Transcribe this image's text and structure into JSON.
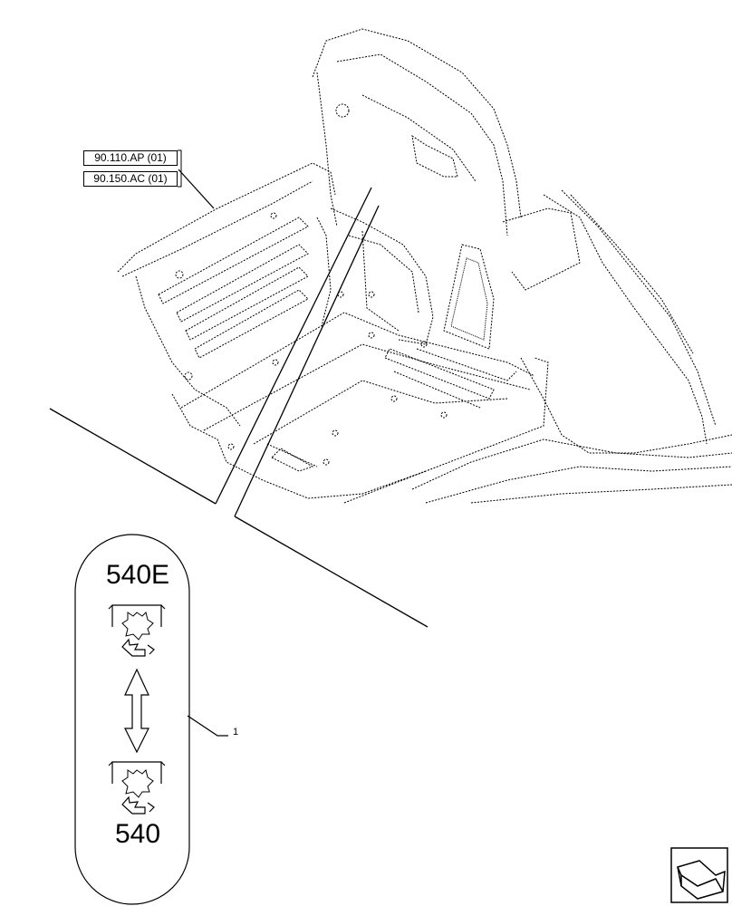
{
  "references": [
    {
      "code": "90.110.AP (01)"
    },
    {
      "code": "90.150.AC (01)"
    }
  ],
  "decal": {
    "top_label": "540E",
    "bottom_label": "540"
  },
  "callouts": [
    {
      "item": "1"
    }
  ],
  "icons": [
    "double-arrow-icon",
    "pto-shaft-icon",
    "next-page-arrow-icon"
  ]
}
